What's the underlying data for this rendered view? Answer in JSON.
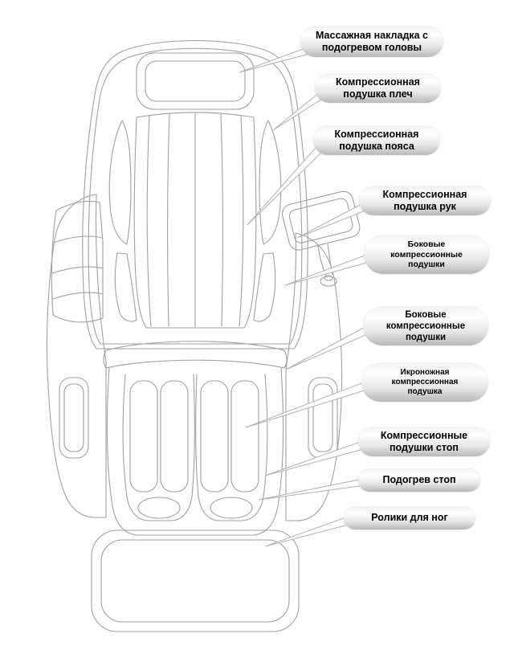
{
  "diagram": {
    "labels": [
      {
        "id": "head-heating-pad",
        "text": "Массажная накладка с подогревом головы"
      },
      {
        "id": "shoulder-cushion",
        "text": "Компрессионная подушка плеч"
      },
      {
        "id": "waist-cushion",
        "text": "Компрессионная подушка пояса"
      },
      {
        "id": "arm-cushion",
        "text": "Компрессионная подушка рук"
      },
      {
        "id": "side-cushions-upper",
        "text": "Боковые компрессионные подушки"
      },
      {
        "id": "side-cushions-lower",
        "text": "Боковые компрессионные подушки"
      },
      {
        "id": "calf-cushion",
        "text": "Икроножная компрессионная подушка"
      },
      {
        "id": "foot-cushions",
        "text": "Компрессионные подушки стоп"
      },
      {
        "id": "foot-heating",
        "text": "Подогрев стоп"
      },
      {
        "id": "leg-rollers",
        "text": "Ролики для ног"
      }
    ],
    "colors": {
      "background": "#ffffff",
      "line": "#a0a0a0",
      "leader_line": "#b0b0b0",
      "label_text": "#000000",
      "label_gradient_top": "#ffffff",
      "label_gradient_bottom": "#b8b8b8"
    }
  }
}
